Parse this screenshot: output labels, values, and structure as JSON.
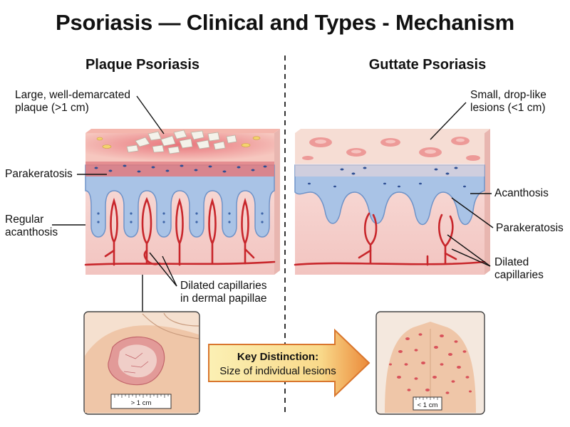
{
  "title": "Psoriasis — Clinical and Types - Mechanism",
  "left_panel": {
    "heading": "Plaque Psoriasis",
    "labels": {
      "plaque_line1": "Large, well-demarcated",
      "plaque_line2": "plaque (>1 cm)",
      "parakeratosis": "Parakeratosis",
      "acanthosis_line1": "Regular",
      "acanthosis_line2": "acanthosis",
      "capillaries_line1": "Dilated capillaries",
      "capillaries_line2": "in dermal papillae"
    },
    "ruler": "> 1 cm"
  },
  "right_panel": {
    "heading": "Guttate Psoriasis",
    "labels": {
      "lesions_line1": "Small, drop-like",
      "lesions_line2": "lesions (<1 cm)",
      "acanthosis": "Acanthosis",
      "parakeratosis": "Parakeratosis",
      "capillaries_line1": "Dilated",
      "capillaries_line2": "capillaries"
    },
    "ruler": "< 1 cm"
  },
  "key_distinction": {
    "title": "Key Distinction:",
    "subtitle": "Size of individual lesions"
  },
  "colors": {
    "epidermis_blue": "#a9c3e6",
    "dermis_pink": "#f6d6d3",
    "vessel_red": "#c8262b",
    "skin": "#efc9a8",
    "arrow_yellow": "#fbeba3",
    "arrow_orange": "#e4792b"
  }
}
